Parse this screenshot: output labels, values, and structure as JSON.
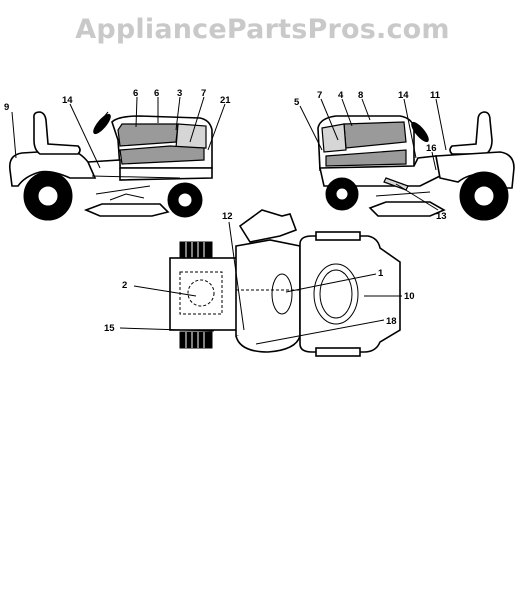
{
  "watermark": "AppliancePartsPros.com",
  "callouts": {
    "left_view": {
      "c9": "9",
      "c14": "14",
      "c6a": "6",
      "c6b": "6",
      "c3": "3",
      "c7": "7",
      "c21": "21"
    },
    "right_view": {
      "c5": "5",
      "c7": "7",
      "c4": "4",
      "c8": "8",
      "c14": "14",
      "c11": "11",
      "c16": "16",
      "c13": "13"
    },
    "top_view": {
      "c12": "12",
      "c2": "2",
      "c1": "1",
      "c10": "10",
      "c15": "15",
      "c18": "18"
    }
  },
  "colors": {
    "decal_gray": "#9a9a9a",
    "decal_light": "#d6d6d6",
    "watermark": "#c9c9c9"
  }
}
